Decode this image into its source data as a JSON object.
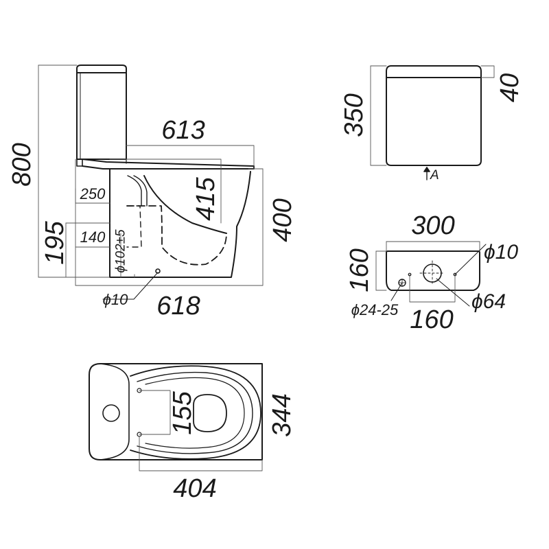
{
  "side_view": {
    "height_total": "800",
    "length_top": "613",
    "length_bottom": "618",
    "height_rim": "400",
    "depth_415": "415",
    "inlet_height": "250",
    "outlet_height": "195",
    "outlet_150": "140",
    "outlet_diam": "ϕ102±5",
    "fix_hole": "ϕ10"
  },
  "cistern_front": {
    "height": "350",
    "lid": "40",
    "view_marker": "A"
  },
  "cistern_bottom": {
    "width": "300",
    "depth": "160",
    "hole_spacing": "160",
    "hole_small": "ϕ10",
    "hole_flush": "ϕ64",
    "hole_inlet": "ϕ24-25"
  },
  "top_view": {
    "width": "344",
    "length": "404",
    "seat_holes": "155"
  }
}
